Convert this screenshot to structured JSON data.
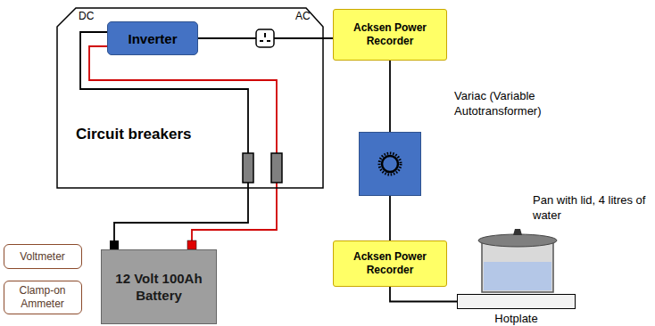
{
  "diagram": {
    "nodes": [
      {
        "text": [
          "Circuit breakers"
        ]
      },
      {
        "text": [
          "Inverter"
        ],
        "in": 0
      },
      {
        "text": [
          "Acksen Power Recorder"
        ]
      },
      {
        "text": [
          "Variac (Variable Autotransformer)"
        ]
      },
      {
        "text": [
          "Acksen Power Recorder"
        ]
      },
      {
        "text": [
          "Voltmeter"
        ]
      },
      {
        "text": [
          "Clamp-on Ammeter"
        ]
      },
      {
        "text": [
          "12 Volt 100Ah Battery"
        ]
      },
      {
        "text": [
          "Hotplate"
        ]
      }
    ],
    "edges": [
      {
        "from": 1,
        "to": 2,
        "arrow": "none"
      },
      {
        "from": 2,
        "to": 3,
        "arrow": "none"
      },
      {
        "from": 3,
        "to": 4,
        "arrow": "none"
      },
      {
        "from": 4,
        "to": 8,
        "arrow": "none"
      },
      {
        "from": 7,
        "to": 1,
        "arrow": "none"
      },
      {
        "from": 7,
        "to": 1,
        "arrow": "none"
      }
    ],
    "labels": [
      "DC",
      "AC",
      "Pan with lid, 4 litres of water"
    ]
  }
}
